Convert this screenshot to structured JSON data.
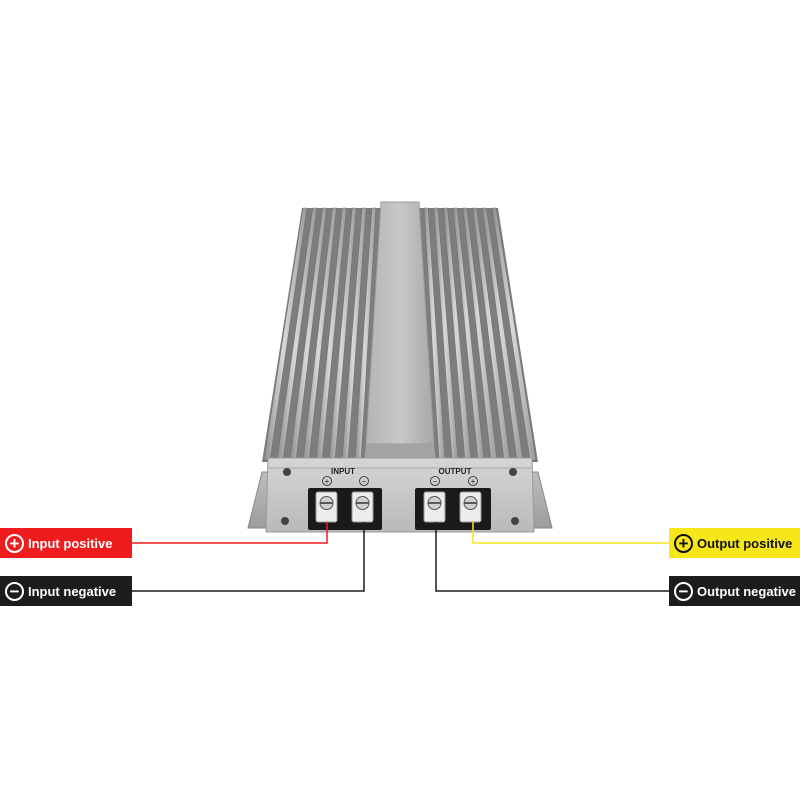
{
  "labels": {
    "input_group": "INPUT",
    "output_group": "OUTPUT",
    "input_positive": "Input positive",
    "input_negative": "Input negative",
    "output_positive": "Output positive",
    "output_negative": "Output negative"
  },
  "signs": {
    "plus": "+",
    "minus": "−"
  },
  "colors": {
    "input_positive": "#ee1c1c",
    "negative": "#1c1c1c",
    "output_positive": "#f7e61a",
    "housing": "#c9c9c9"
  },
  "icons": {
    "positive": "plus-circle-icon",
    "negative": "minus-circle-icon"
  }
}
